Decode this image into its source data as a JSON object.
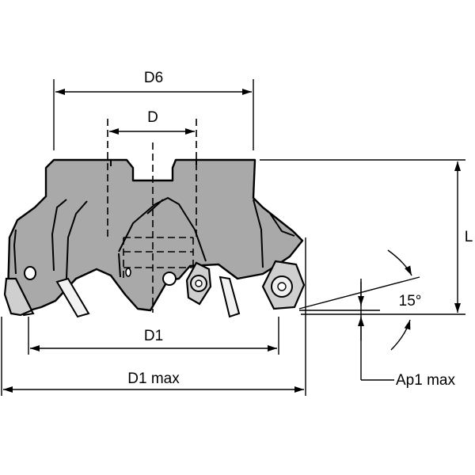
{
  "labels": {
    "d6": "D6",
    "d": "D",
    "l": "L",
    "angle": "15°",
    "d1": "D1",
    "d1max": "D1 max",
    "ap1max": "Ap1 max"
  },
  "colors": {
    "body": "#a9a9a9",
    "insert": "#cfcfcf",
    "line": "#000000",
    "background": "#ffffff"
  }
}
